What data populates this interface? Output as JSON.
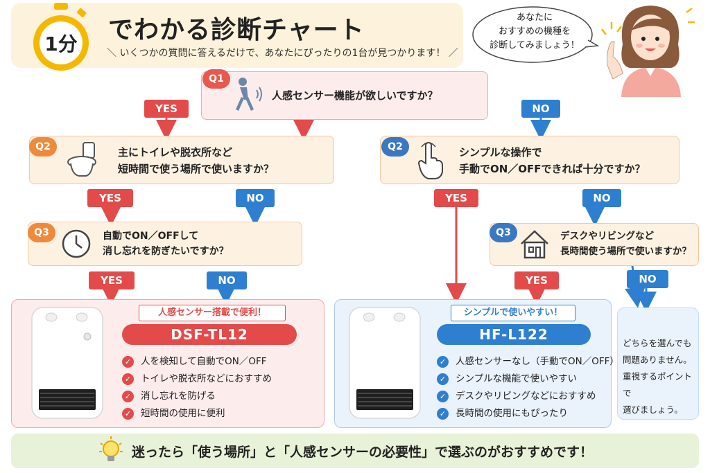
{
  "header": {
    "timer_label": "1分",
    "title": "でわかる診断チャート",
    "subtitle": "＼ いくつかの質問に答えるだけで、あなたにぴったりの1台が見つかります！ ／"
  },
  "bubble": {
    "lines": [
      "あなたに",
      "おすすめの機種を",
      "診断してみましょう！"
    ]
  },
  "questions": {
    "q1": {
      "badge": "Q1",
      "text": "人感センサー機能が欲しいですか？"
    },
    "q2_left": {
      "badge": "Q2",
      "lines": [
        "主にトイレや脱衣所など",
        "短時間で使う場所で使いますか？"
      ]
    },
    "q2_right": {
      "badge": "Q2",
      "lines": [
        "シンプルな操作で",
        "手動でON／OFFできれば十分ですか？"
      ]
    },
    "q3_left": {
      "badge": "Q3",
      "lines": [
        "自動でON／OFFして",
        "消し忘れを防ぎたいですか？"
      ]
    },
    "q3_right": {
      "badge": "Q3",
      "lines": [
        "デスクやリビングなど",
        "長時間使う場所で使いますか？"
      ]
    }
  },
  "answers": {
    "yes": "YES",
    "no": "NO"
  },
  "results": {
    "card1": {
      "tag": "人感センサー搭載で便利！",
      "model": "DSF-TL12",
      "features": [
        "人を検知して自動でON／OFF",
        "トイレや脱衣所などにおすすめ",
        "消し忘れを防げる",
        "短時間の使用に便利"
      ]
    },
    "card2": {
      "tag": "シンプルで使いやすい！",
      "model": "HF-L122",
      "features": [
        "人感センサーなし（手動でON／OFF）",
        "シンプルな機能で使いやすい",
        "デスクやリビングなどにおすすめ",
        "長時間の使用にもぴったり"
      ]
    },
    "card3": {
      "lines": [
        "どちらを選んでも",
        "問題ありません。",
        "重視するポイントで",
        "選びましょう。"
      ]
    }
  },
  "banner": {
    "text": "迷ったら「使う場所」と「人感センサーの必要性」で選ぶのがおすすめです！"
  },
  "colors": {
    "yes_red": "#e34b4b",
    "no_blue": "#2f7fd0",
    "badge_orange": "#ef8a3c",
    "header_bg": "#fdf3dc",
    "banner_bg": "#e8f2d8"
  },
  "icons": [
    "stopwatch-icon",
    "walking-person-icon",
    "toilet-icon",
    "tap-hand-icon",
    "clock-icon",
    "house-icon",
    "lightbulb-icon",
    "check-icon"
  ]
}
